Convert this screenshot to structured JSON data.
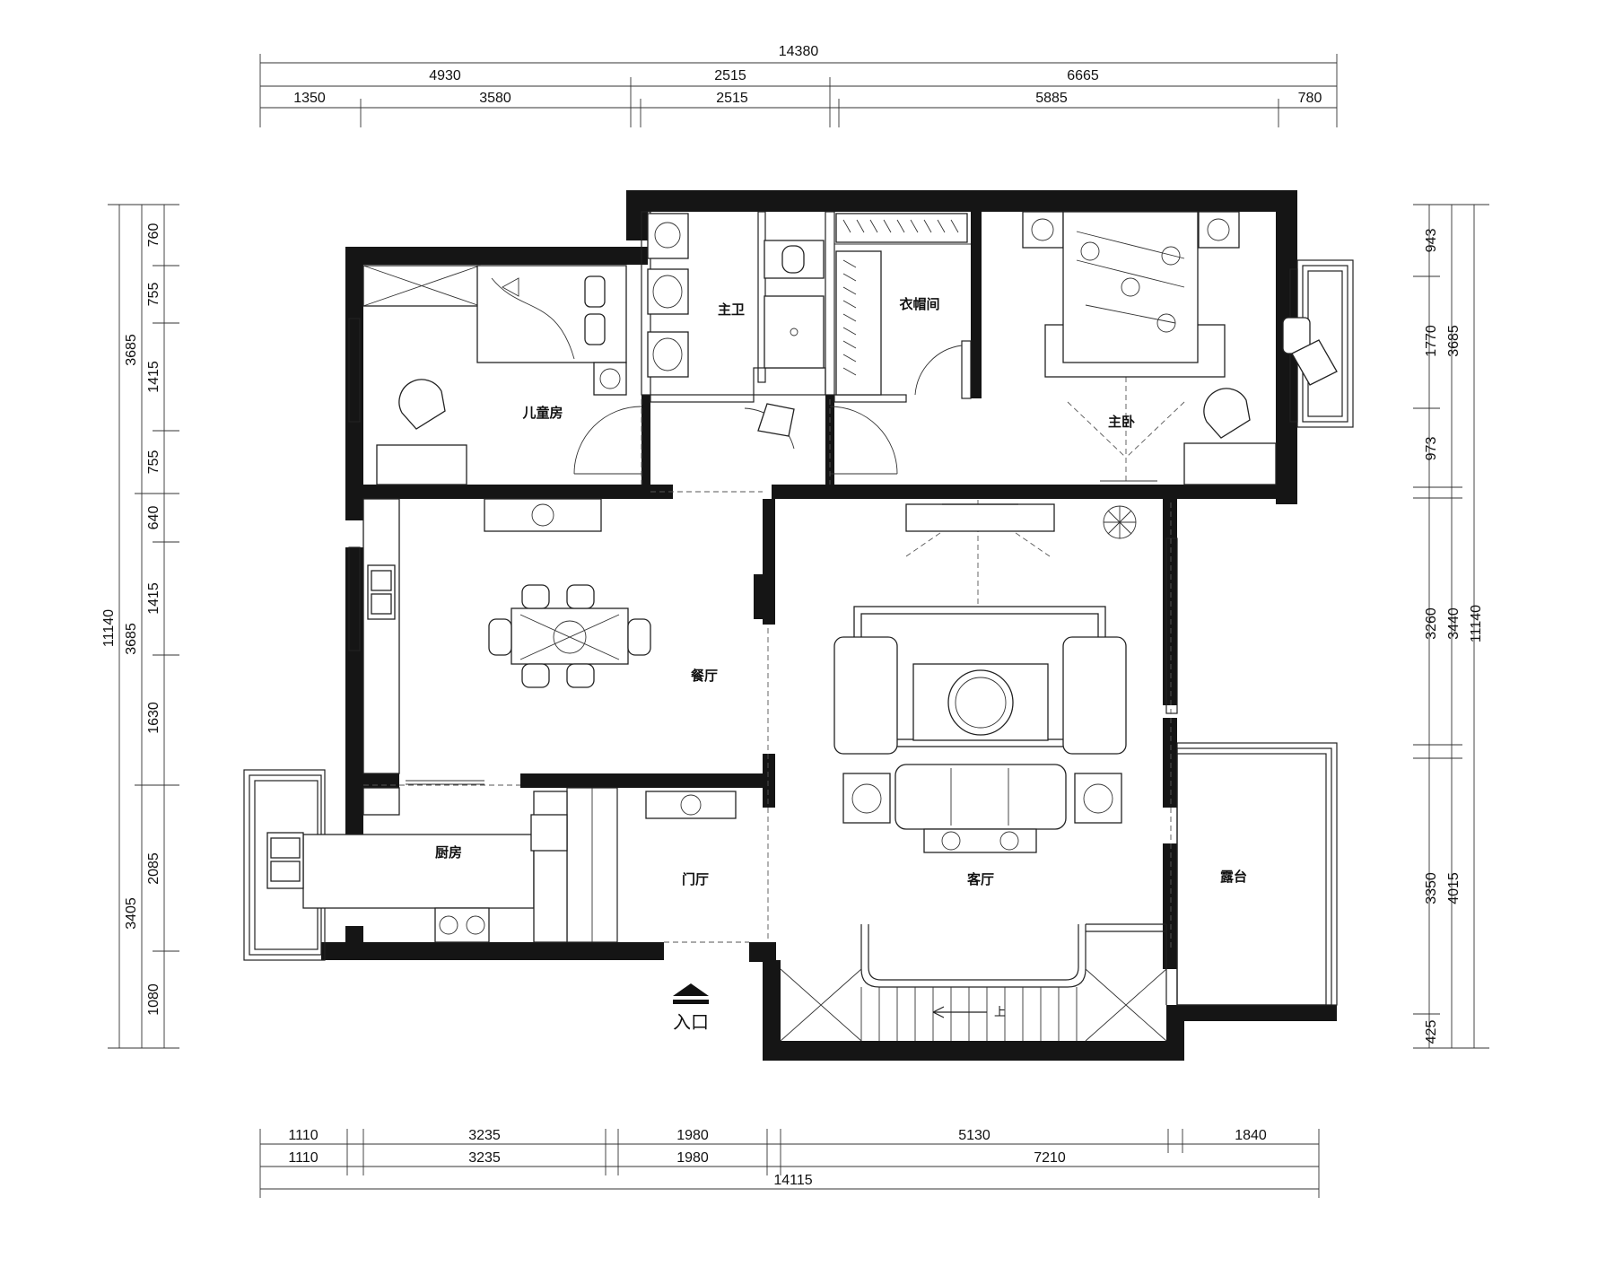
{
  "dimensions": {
    "top": {
      "total": "14380",
      "row1": [
        "4930",
        "2515",
        "6665"
      ],
      "row2": [
        "1350",
        "3580",
        "2515",
        "5885",
        "780"
      ]
    },
    "bottom": {
      "row1": [
        "1110",
        "3235",
        "1980",
        "5130",
        "1840"
      ],
      "row2": [
        "1110",
        "3235",
        "1980",
        "7210"
      ],
      "total": "14115"
    },
    "left": {
      "inner": [
        "760",
        "755",
        "1415",
        "755",
        "640",
        "1415",
        "1630",
        "2085",
        "1080"
      ],
      "middle": [
        "3685",
        "3685",
        "3405"
      ],
      "total": "11140"
    },
    "right": {
      "inner": [
        "943",
        "1770",
        "973",
        "3260",
        "3350",
        "425"
      ],
      "middle": [
        "3685",
        "3440",
        "4015"
      ],
      "total": "11140"
    }
  },
  "rooms": {
    "master_bath": "主卫",
    "cloakroom": "衣帽间",
    "kids_room": "儿童房",
    "master_bedroom": "主卧",
    "dining": "餐厅",
    "kitchen": "厨房",
    "foyer": "门厅",
    "living": "客厅",
    "terrace": "露台"
  },
  "entrance": "入口",
  "stair_label": "上"
}
